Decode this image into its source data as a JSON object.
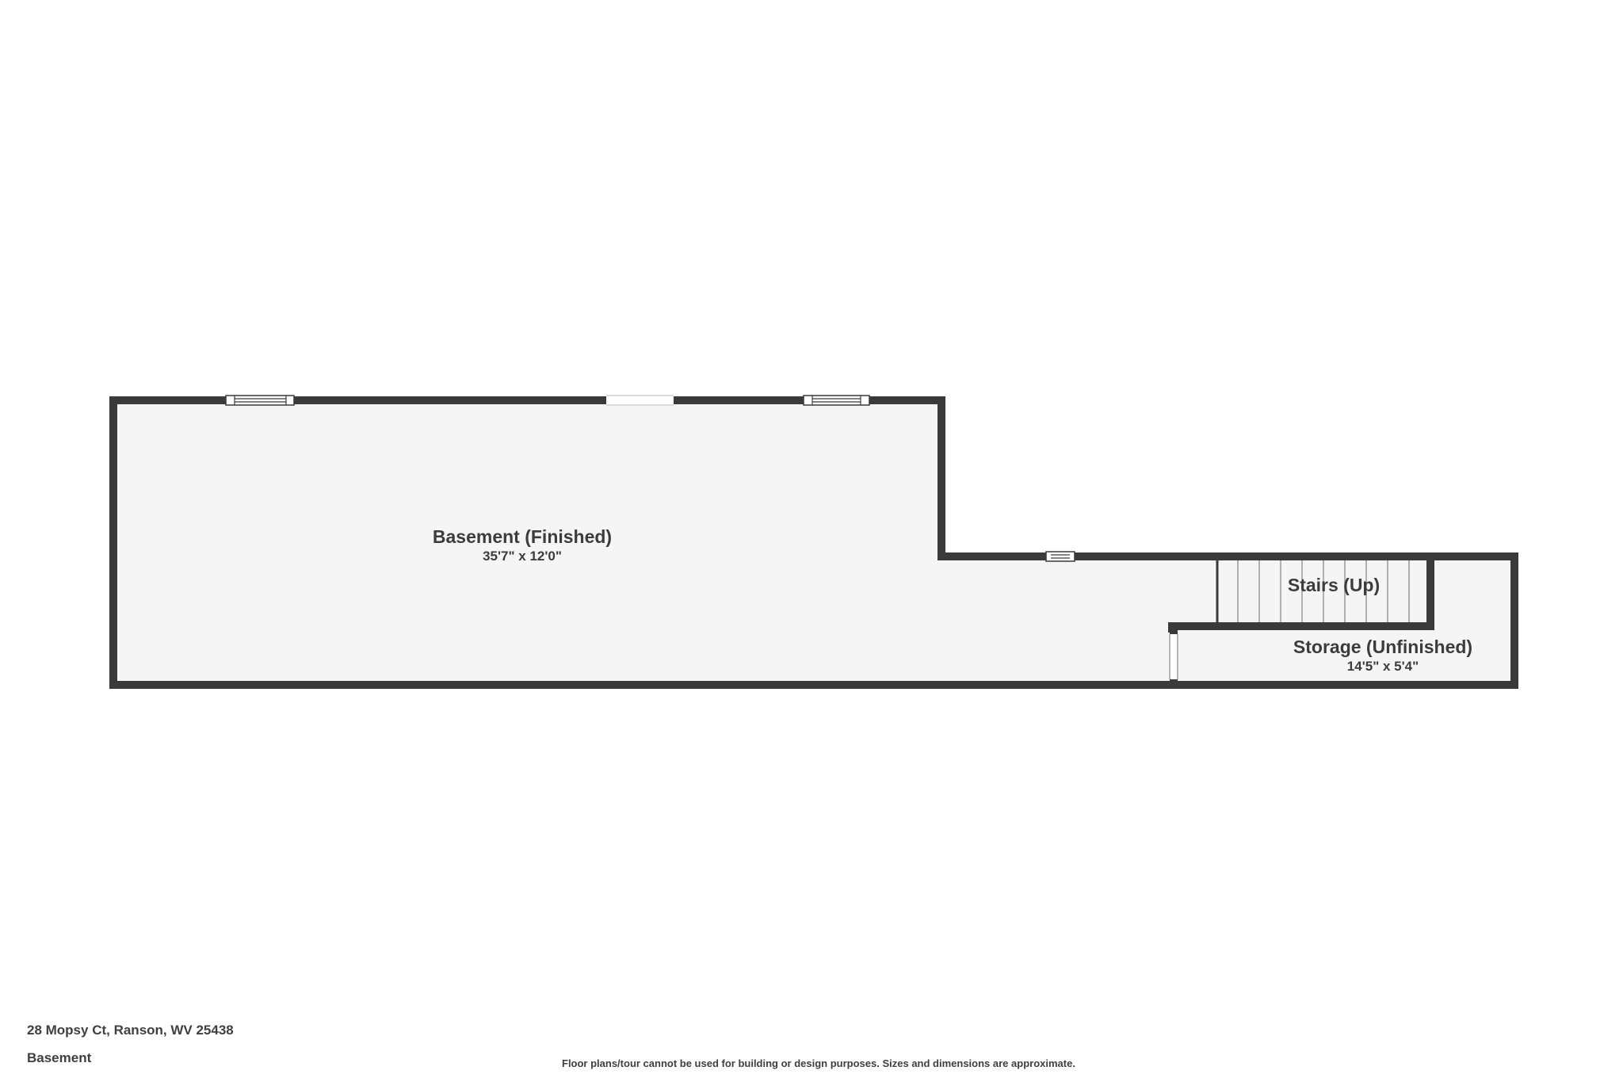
{
  "colors": {
    "wall": "#3a3a3a",
    "floor": "#f5f5f5",
    "text": "#3c3c3c"
  },
  "rooms": [
    {
      "name": "Basement (Finished)",
      "dimensions": "35'7\" x 12'0\""
    },
    {
      "name": "Stairs (Up)"
    },
    {
      "name": "Storage (Unfinished)",
      "dimensions": "14'5\" x 5'4\""
    }
  ],
  "footer": {
    "address": "28 Mopsy Ct, Ranson, WV 25438",
    "floor": "Basement",
    "disclaimer": "Floor plans/tour cannot be used for building or design purposes. Sizes and dimensions are approximate."
  }
}
